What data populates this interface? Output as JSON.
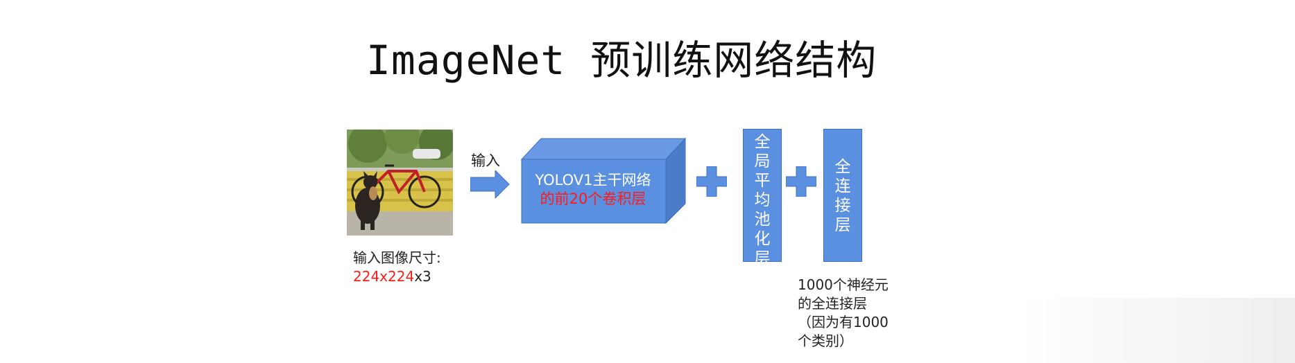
{
  "title": "ImageNet 预训练网络结构",
  "input_label": "输入",
  "backbone": {
    "line1": "YOLOV1主干网络",
    "line2": "的前20个卷积层"
  },
  "gap_layer": "全局平均池化层",
  "fc_layer": "全连接层",
  "size_caption": {
    "label": "输入图像尺寸:",
    "dims_red": "224x224",
    "dims_rest": "x3"
  },
  "fc_caption": {
    "line1": "1000个神经元",
    "line2": "的全连接层",
    "line3": "（因为有1000",
    "line4": "个类别）"
  },
  "colors": {
    "block_fill": "#5b8fe0",
    "highlight_red": "#ff1a1a"
  }
}
